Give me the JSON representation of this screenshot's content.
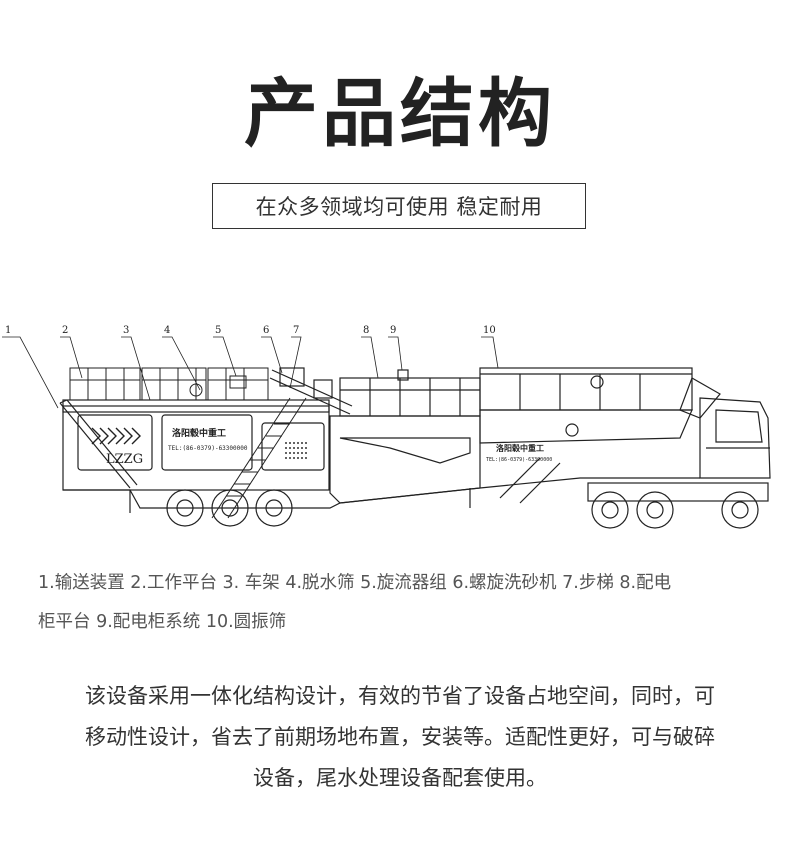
{
  "header": {
    "title": "产品结构",
    "subtitle": "在众多领域均可使用 稳定耐用"
  },
  "diagram": {
    "callouts": [
      "1",
      "2",
      "3",
      "4",
      "5",
      "6",
      "7",
      "8",
      "9",
      "10"
    ],
    "panel_logo": "LZZG",
    "brand_plate": "洛阳毂中重工",
    "brand_contact": "TEL:(86-0379)-63300000"
  },
  "legend": {
    "line1": "1.输送装置 2.工作平台 3. 车架 4.脱水筛 5.旋流器组 6.螺旋洗砂机 7.步梯 8.配电",
    "line2": "柜平台 9.配电柜系统 10.圆振筛"
  },
  "description": {
    "line1": "该设备采用一体化结构设计，有效的节省了设备占地空间，同时，可",
    "line2": "移动性设计，省去了前期场地布置，安装等。适配性更好，可与破碎",
    "line3": "设备，尾水处理设备配套使用。"
  }
}
